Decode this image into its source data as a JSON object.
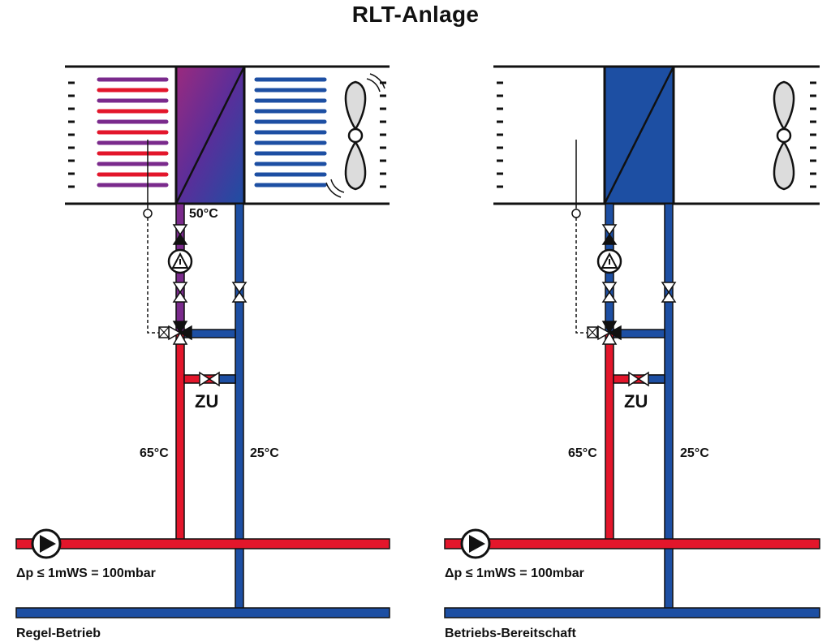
{
  "title": "RLT-Anlage",
  "colors": {
    "supply_hot": "#e3162b",
    "return_cold": "#1d4fa3",
    "mixed": "#7a2a8c",
    "outline": "#111111",
    "fan_fill": "#dcdcdc"
  },
  "icons": [
    "fan-icon",
    "pump-icon",
    "valve-icon",
    "three-way-valve-icon",
    "actuator-icon",
    "temperature-sensor-icon"
  ],
  "left_panel": {
    "caption": "Regel-Betrieb",
    "valve_label": "ZU",
    "temp_coil_return": "50°C",
    "temp_supply": "65°C",
    "temp_return": "25°C",
    "pressure_label": "Δp ≤ 1mWS = 100mbar"
  },
  "right_panel": {
    "caption": "Betriebs-Bereitschaft",
    "valve_label": "ZU",
    "temp_supply": "65°C",
    "temp_return": "25°C",
    "pressure_label": "Δp ≤ 1mWS = 100mbar"
  }
}
